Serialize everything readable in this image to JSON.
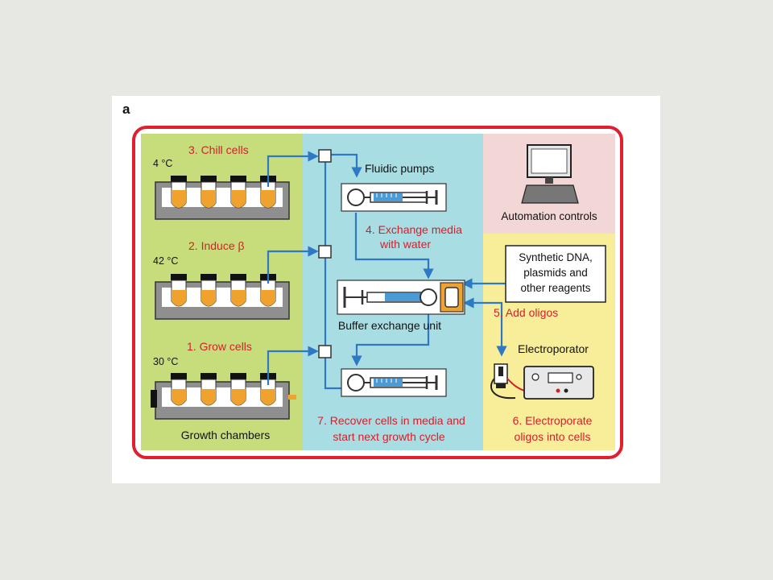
{
  "panel_label": "a",
  "colors": {
    "background": "#e7e7e4",
    "frame": "#e01f2f",
    "growth_zone": "#c7dd7c",
    "fluidics_zone": "#a8dde3",
    "controls_zone": "#f3d6d6",
    "reagent_zone": "#f8ee9a",
    "step_text": "#d81e2a",
    "flow_line": "#2f78c4",
    "culture": "#f0a22e",
    "rack": "#8f8f8f"
  },
  "growth": {
    "chill_temp": "4 °C",
    "induce_temp": "42 °C",
    "grow_temp": "30 °C",
    "chambers_label": "Growth chambers"
  },
  "steps": {
    "s1": "1. Grow cells",
    "s2": "2. Induce β",
    "s3": "3. Chill cells",
    "s4_line1": "4. Exchange media",
    "s4_line2": "with water",
    "s5": "5. Add oligos",
    "s6_line1": "6. Electroporate",
    "s6_line2": "oligos into cells",
    "s7_line1": "7. Recover cells in media and",
    "s7_line2": "start next growth cycle"
  },
  "fluidics": {
    "pumps_label": "Fluidic pumps",
    "buffer_label": "Buffer exchange unit"
  },
  "controls": {
    "automation_label": "Automation controls"
  },
  "reagents": {
    "line1": "Synthetic DNA,",
    "line2": "plasmids and",
    "line3": "other reagents"
  },
  "electroporator": {
    "label": "Electroporator"
  }
}
